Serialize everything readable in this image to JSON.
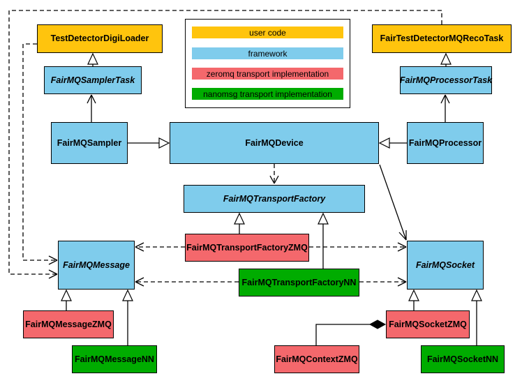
{
  "legend": {
    "items": [
      {
        "label": "user code",
        "color": "#FFC40D"
      },
      {
        "label": "framework",
        "color": "#7FCCEC"
      },
      {
        "label": "zeromq transport implementation",
        "color": "#F4686C"
      },
      {
        "label": "nanomsg transport implementation",
        "color": "#00AC00"
      }
    ]
  },
  "nodes": {
    "test_detector_digi_loader": {
      "label": "TestDetectorDigiLoader",
      "category": "user code"
    },
    "fair_test_detector_mq_reco_task": {
      "label": "FairTestDetectorMQRecoTask",
      "category": "user code"
    },
    "fair_mq_sampler_task": {
      "label": "FairMQSamplerTask",
      "category": "framework",
      "abstract": true
    },
    "fair_mq_processor_task": {
      "label": "FairMQProcessorTask",
      "category": "framework",
      "abstract": true
    },
    "fair_mq_sampler": {
      "label": "FairMQSampler",
      "category": "framework"
    },
    "fair_mq_device": {
      "label": "FairMQDevice",
      "category": "framework"
    },
    "fair_mq_processor": {
      "label": "FairMQProcessor",
      "category": "framework"
    },
    "fair_mq_transport_factory": {
      "label": "FairMQTransportFactory",
      "category": "framework",
      "abstract": true
    },
    "fair_mq_transport_factory_zmq": {
      "label": "FairMQTransportFactoryZMQ",
      "category": "zeromq transport implementation"
    },
    "fair_mq_message": {
      "label": "FairMQMessage",
      "category": "framework",
      "abstract": true
    },
    "fair_mq_socket": {
      "label": "FairMQSocket",
      "category": "framework",
      "abstract": true
    },
    "fair_mq_transport_factory_nn": {
      "label": "FairMQTransportFactoryNN",
      "category": "nanomsg transport implementation"
    },
    "fair_mq_message_zmq": {
      "label": "FairMQMessageZMQ",
      "category": "zeromq transport implementation"
    },
    "fair_mq_message_nn": {
      "label": "FairMQMessageNN",
      "category": "nanomsg transport implementation"
    },
    "fair_mq_context_zmq": {
      "label": "FairMQContextZMQ",
      "category": "zeromq transport implementation"
    },
    "fair_mq_socket_zmq": {
      "label": "FairMQSocketZMQ",
      "category": "zeromq transport implementation"
    },
    "fair_mq_socket_nn": {
      "label": "FairMQSocketNN",
      "category": "nanomsg transport implementation"
    }
  },
  "edges": [
    {
      "from": "FairMQSamplerTask",
      "to": "TestDetectorDigiLoader",
      "type": "generalization"
    },
    {
      "from": "FairMQProcessorTask",
      "to": "FairTestDetectorMQRecoTask",
      "type": "generalization"
    },
    {
      "from": "FairMQSampler",
      "to": "FairMQSamplerTask",
      "type": "association-arrow"
    },
    {
      "from": "FairMQProcessor",
      "to": "FairMQProcessorTask",
      "type": "association-arrow"
    },
    {
      "from": "FairMQSampler",
      "to": "FairMQDevice",
      "type": "generalization"
    },
    {
      "from": "FairMQProcessor",
      "to": "FairMQDevice",
      "type": "generalization"
    },
    {
      "from": "FairMQDevice",
      "to": "FairMQTransportFactory",
      "type": "dashed-dependency"
    },
    {
      "from": "FairMQDevice",
      "to": "FairMQSocket",
      "type": "association-arrow"
    },
    {
      "from": "FairMQTransportFactoryZMQ",
      "to": "FairMQTransportFactory",
      "type": "generalization"
    },
    {
      "from": "FairMQTransportFactoryNN",
      "to": "FairMQTransportFactory",
      "type": "generalization"
    },
    {
      "from": "FairMQTransportFactoryZMQ",
      "to": "FairMQMessage",
      "type": "dashed-dependency"
    },
    {
      "from": "FairMQTransportFactoryZMQ",
      "to": "FairMQSocket",
      "type": "dashed-dependency"
    },
    {
      "from": "FairMQTransportFactoryNN",
      "to": "FairMQMessage",
      "type": "dashed-dependency"
    },
    {
      "from": "FairMQTransportFactoryNN",
      "to": "FairMQSocket",
      "type": "dashed-dependency"
    },
    {
      "from": "TestDetectorDigiLoader",
      "to": "FairMQMessage",
      "type": "dashed-dependency"
    },
    {
      "from": "FairTestDetectorMQRecoTask",
      "to": "FairMQMessage",
      "type": "dashed-dependency"
    },
    {
      "from": "FairMQMessageZMQ",
      "to": "FairMQMessage",
      "type": "generalization"
    },
    {
      "from": "FairMQMessageNN",
      "to": "FairMQMessage",
      "type": "generalization"
    },
    {
      "from": "FairMQSocketZMQ",
      "to": "FairMQSocket",
      "type": "generalization"
    },
    {
      "from": "FairMQSocketNN",
      "to": "FairMQSocket",
      "type": "generalization"
    },
    {
      "from": "FairMQContextZMQ",
      "to": "FairMQSocketZMQ",
      "type": "composition"
    }
  ]
}
